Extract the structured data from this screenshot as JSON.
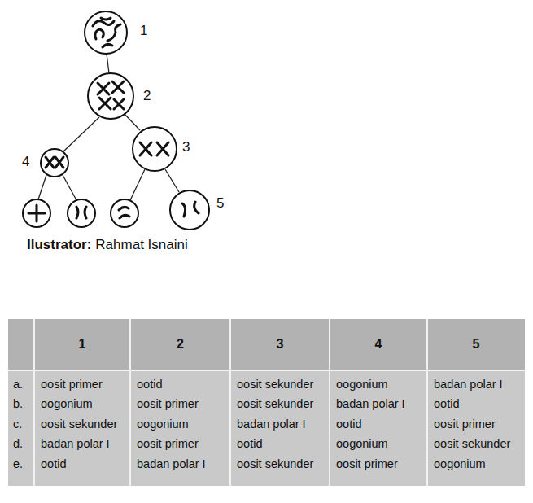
{
  "diagram": {
    "labels": [
      "1",
      "2",
      "3",
      "4",
      "5",
      "Ilustrator:",
      "Rahmat Isnaini",
      "1",
      "2",
      "3",
      "4",
      "5",
      "a.",
      "oosit primer",
      "ootid",
      "oosit sekunder",
      "oogonium",
      "badan polar I",
      "b.",
      "oogonium",
      "oosit primer",
      "oosit sekunder",
      "badan polar I",
      "ootid",
      "c.",
      "oosit sekunder",
      "oogonium",
      "badan polar I",
      "ootid",
      "oosit primer",
      "d.",
      "badan polar I",
      "oosit primer",
      "ootid",
      "oogonium",
      "oosit sekunder",
      "e.",
      "ootid",
      "badan polar I",
      "oosit sekunder",
      "oosit primer",
      "oogonium"
    ]
  }
}
